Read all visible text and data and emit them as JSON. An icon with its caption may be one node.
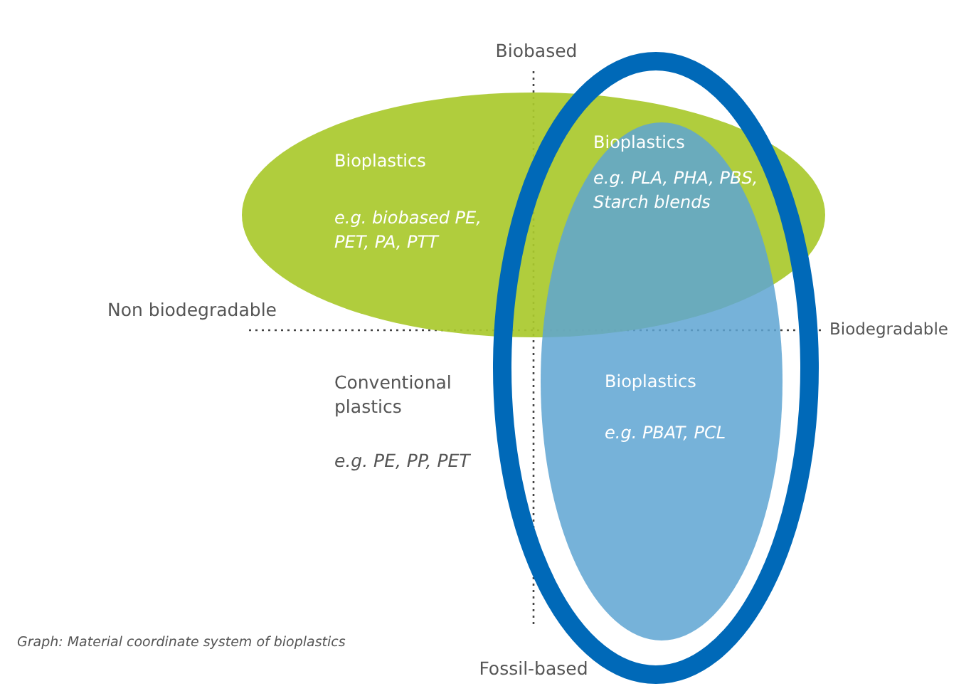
{
  "diagram": {
    "caption": "Graph: Material coordinate system of bioplastics",
    "nodes": [
      {
        "text": [
          "Bioplastics",
          "e.g. biobased PE, PET, PA, PTT"
        ]
      },
      {
        "text": [],
        "shape": "ring"
      },
      {
        "text": [
          "Bioplastics",
          "e.g. PLA, PHA, PBS, Starch blends",
          "Bioplastics",
          "e.g. PBAT, PCL"
        ],
        "in": 1
      }
    ],
    "labels": [
      "Biobased",
      "Non biodegradable",
      "Biodegradable",
      "Conventional plastics",
      "e.g. PE, PP, PET",
      "Fossil-based"
    ]
  }
}
